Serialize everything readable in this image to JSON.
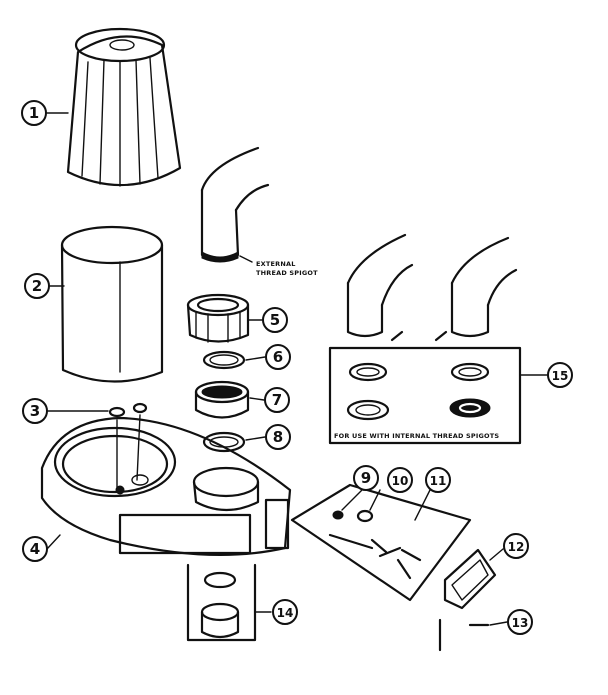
{
  "callouts": [
    "1",
    "2",
    "3",
    "4",
    "5",
    "6",
    "7",
    "8",
    "9",
    "10",
    "11",
    "12",
    "13",
    "14",
    "15"
  ],
  "notes": {
    "external_thread_line1": "EXTERNAL",
    "external_thread_line2": "THREAD SPIGOT",
    "internal_thread": "FOR USE WITH INTERNAL THREAD SPIGOTS"
  },
  "colors": {
    "ink": "#111111",
    "paper": "#ffffff"
  }
}
